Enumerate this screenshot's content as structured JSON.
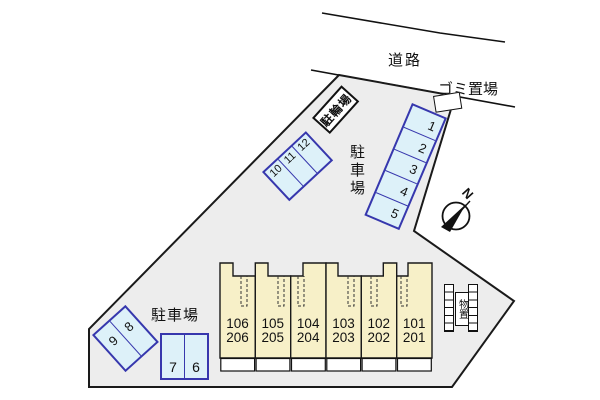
{
  "labels": {
    "road": "道路",
    "garbage": "ゴミ置場",
    "bicycle_parking": "駐輪場",
    "parking_east": "駐車場",
    "parking_south": "駐車場",
    "storage": "物置",
    "north": "N"
  },
  "parking": {
    "column_right": [
      "1",
      "2",
      "3",
      "4",
      "5"
    ],
    "row_bicycle_side": [
      "10",
      "11",
      "12"
    ],
    "pair_southwest": [
      "9",
      "8"
    ],
    "pair_south": [
      "7",
      "6"
    ]
  },
  "building": {
    "units": [
      {
        "upper": "106",
        "lower": "206"
      },
      {
        "upper": "105",
        "lower": "205"
      },
      {
        "upper": "104",
        "lower": "204"
      },
      {
        "upper": "103",
        "lower": "203"
      },
      {
        "upper": "102",
        "lower": "202"
      },
      {
        "upper": "101",
        "lower": "201"
      }
    ]
  },
  "colors": {
    "site_fill": "#ededed",
    "parking_fill": "#ddf1f9",
    "parking_border": "#3737ad",
    "building_fill": "#f7f0c8",
    "line": "#111111"
  }
}
